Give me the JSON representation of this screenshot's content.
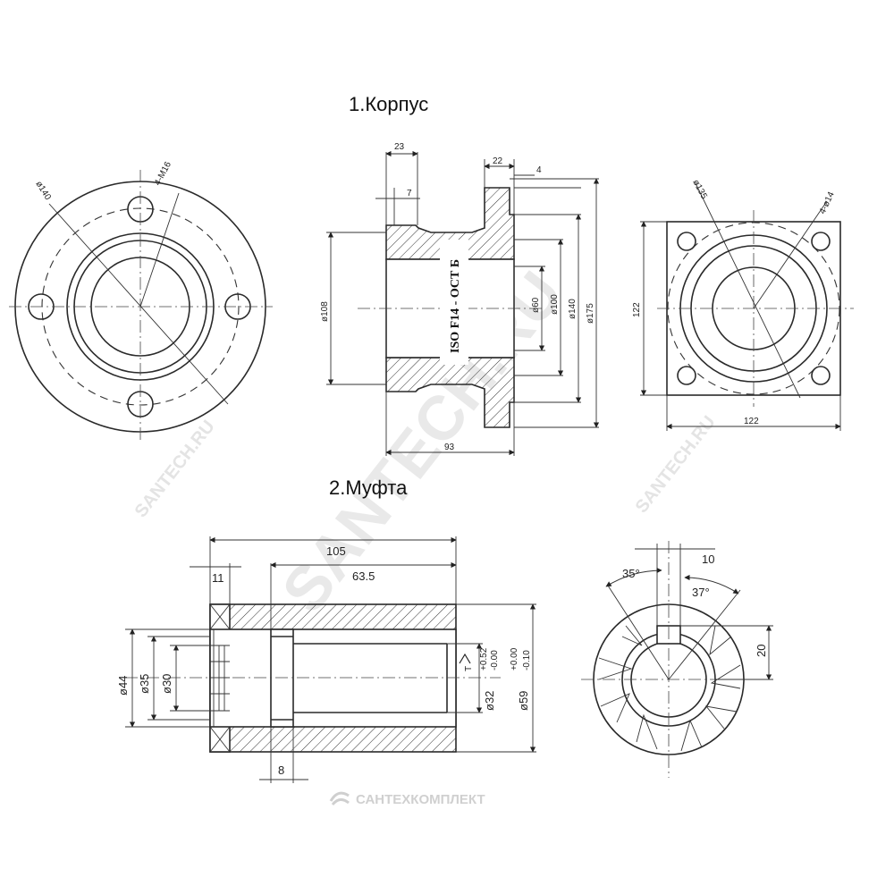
{
  "titles": {
    "section1": "1.Корпус",
    "section2": "2.Муфта"
  },
  "watermark": {
    "big": "SANTECH.RU",
    "small_left": "SANTECH.RU",
    "small_right": "SANTECH.RU",
    "logo": "САНТЕХКОМПЛЕКТ"
  },
  "housing": {
    "left_view": {
      "dia": "ø140",
      "holes": "4-M16"
    },
    "section_view": {
      "top_dims": [
        "23",
        "22",
        "4",
        "7"
      ],
      "bottom_dim": "93",
      "left_dia": "ø108",
      "right_dias": [
        "ø60",
        "ø100",
        "ø140",
        "ø175"
      ],
      "stamp": "ISO F14 - ОСТ Б"
    },
    "right_view": {
      "dia": "ø135",
      "holes": "4-ø14",
      "height": "122",
      "width": "122"
    }
  },
  "coupling": {
    "length": "105",
    "inner_length": "63.5",
    "flange": "11",
    "groove": "8",
    "left_dias": [
      "ø44",
      "ø35",
      "ø30"
    ],
    "right_dias": [
      "ø32",
      "ø59"
    ],
    "tol_32_upper": "+0.52",
    "tol_32_lower": "-0.00",
    "tol_59_upper": "+0.00",
    "tol_59_lower": "-0.10",
    "roughness": "T",
    "end_view": {
      "angle_left": "35°",
      "angle_right": "37°",
      "key_width": "10",
      "key_depth": "20"
    }
  }
}
